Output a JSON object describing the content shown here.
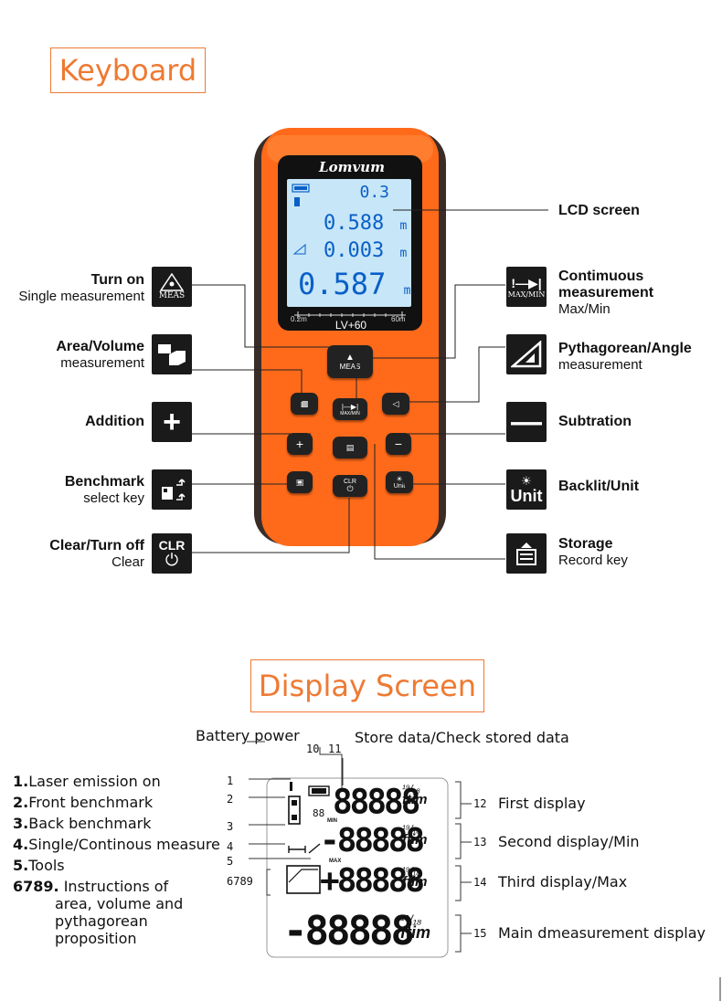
{
  "sections": {
    "keyboard_title": "Keyboard",
    "display_title": "Display Screen"
  },
  "device": {
    "brand": "Lomvum",
    "lcd_line1": "0.3",
    "lcd_line2": "0.588",
    "lcd_line3": "0.003",
    "lcd_main": "0.587",
    "unit": "m",
    "scale_min": "0.2m",
    "scale_max": "60m",
    "model": "LV+60",
    "keys": {
      "meas": "MEAS",
      "maxmin": "MAX/MIN",
      "plus": "+",
      "minus": "−",
      "clr": "CLR",
      "unit": "Unit"
    }
  },
  "labels": {
    "lcd_screen": "LCD screen",
    "turn_on_bold": "Turn on",
    "turn_on_sub": "Single measurement",
    "area_bold": "Area/Volume",
    "area_sub": "measurement",
    "addition_bold": "Addition",
    "benchmark_bold": "Benchmark",
    "benchmark_sub": "select key",
    "clear_bold": "Clear/Turn off",
    "clear_sub": "Clear",
    "continuous_bold": "Contimuous measurement",
    "continuous_sub": "Max/Min",
    "pyth_bold": "Pythagorean/Angle",
    "pyth_sub": "measurement",
    "subtraction_bold": "Subtration",
    "backlit_bold": "Backlit/Unit",
    "storage_bold": "Storage",
    "storage_sub": "Record key"
  },
  "icons": {
    "meas_icon_text": "MEAS",
    "maxmin_icon_text": "MAX/MIN",
    "clr_icon_text": "CLR",
    "unit_icon_text": "Unit"
  },
  "display": {
    "battery": "Battery power",
    "store": "Store data/Check stored data",
    "n10": "10",
    "n11": "11",
    "legend": [
      {
        "num": "1.",
        "text": "Laser emission on"
      },
      {
        "num": "2.",
        "text": "Front benchmark"
      },
      {
        "num": "3.",
        "text": "Back benchmark"
      },
      {
        "num": "4.",
        "text": "Single/Continous measure"
      },
      {
        "num": "5.",
        "text": "Tools"
      },
      {
        "num": "6789.",
        "text": "Instructions of"
      }
    ],
    "legend_cont1": "area, volume and",
    "legend_cont2": "pythagorean proposition",
    "side_nums": [
      "1",
      "2",
      "3",
      "4",
      "5",
      "6789"
    ],
    "right_items": [
      {
        "num": "12",
        "text": "First display"
      },
      {
        "num": "13",
        "text": "Second display/Min"
      },
      {
        "num": "14",
        "text": "Third display/Max"
      },
      {
        "num": "15",
        "text": "Main dmeasurement display"
      }
    ],
    "seg_value": "88888",
    "seg_main": "-88888",
    "seg_units_top": "¹⁹/₁₈",
    "seg_units_bottom": "ftim",
    "min_tag": "MIN",
    "max_tag": "MAX"
  }
}
